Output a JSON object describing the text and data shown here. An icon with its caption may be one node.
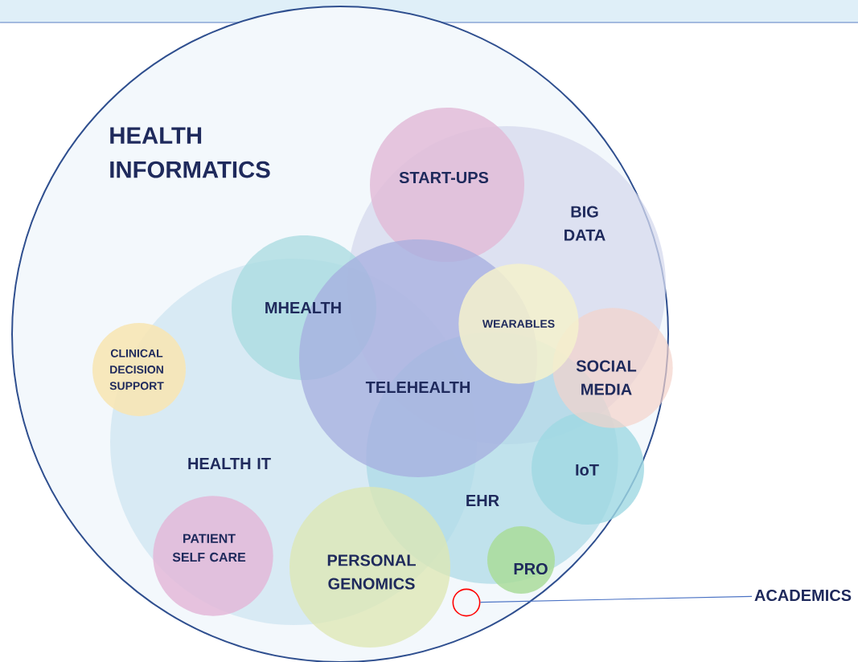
{
  "diagram": {
    "nodes": [
      {
        "text": [
          "HEALTH INFORMATICS"
        ]
      },
      {
        "text": [
          "START-UPS"
        ],
        "in": 0
      },
      {
        "text": [
          "BIG DATA"
        ],
        "in": 0
      },
      {
        "text": [
          "MHEALTH"
        ],
        "in": 0
      },
      {
        "text": [
          "CLINICAL DECISION SUPPORT"
        ],
        "in": 0
      },
      {
        "text": [
          "TELEHEALTH"
        ],
        "in": 0
      },
      {
        "text": [
          "WEARABLES"
        ],
        "in": 2
      },
      {
        "text": [
          "SOCIAL MEDIA"
        ],
        "in": 2
      },
      {
        "text": [
          "HEALTH IT"
        ],
        "in": 0
      },
      {
        "text": [
          "EHR"
        ],
        "in": 0
      },
      {
        "text": [
          "IoT"
        ],
        "in": 0
      },
      {
        "text": [
          "PATIENT SELF CARE"
        ],
        "in": 8
      },
      {
        "text": [
          "PERSONAL GENOMICS"
        ],
        "in": 0
      },
      {
        "text": [
          "PRO"
        ],
        "in": 0
      },
      {
        "text": [
          "ACADEMICS"
        ]
      },
      {
        "text": [],
        "shape": "circle",
        "in": 0
      }
    ],
    "edges": [
      {
        "from": 14,
        "to": 15,
        "arrow": "none"
      }
    ]
  }
}
